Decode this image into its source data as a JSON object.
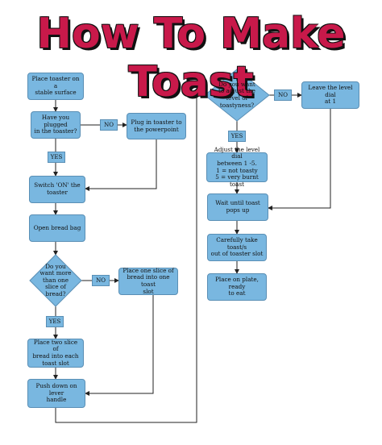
{
  "title": "How To Make Toast",
  "nodes": {
    "place_toaster": "Place toaster on a\nstable surface",
    "plugged_in": "Have you plugged\nin the toaster?",
    "plug_in": "Plug in toaster to\nthe powerpoint",
    "switch_on": "Switch 'ON' the\ntoaster",
    "open_bag": "Open bread bag",
    "more_than_one": "Do you\nwant more\nthan one\nslice of\nbread?",
    "place_one": "Place one slice of\nbread into one toast\nslot",
    "place_two": "Place two slice of\nbread into each\ntoast slot",
    "push_lever": "Push down on lever\nhandle",
    "adjust_level": "Do you want\nto adjust the\nlevel of\ntoastyness?",
    "leave_level": "Leave the level dial\nat 1",
    "adjust_dial": "Adjust the level dial\nbetween 1 -5.\n1 = not toasty\n5 = very burnt toast",
    "wait_pop": "Wait until toast\npops up",
    "take_toast": "Carefully take toast/s\nout of toaster slot",
    "place_plate": "Place on plate, ready\nto eat"
  },
  "labels": {
    "no_1": "NO",
    "yes_1": "YES",
    "no_2": "NO",
    "yes_2": "YES",
    "no_3": "NO",
    "yes_3": "YES"
  },
  "colors": {
    "box_fill": "#79b7e0",
    "box_border": "#5a8fb5",
    "title": "#c8194a",
    "connector": "#222222"
  }
}
